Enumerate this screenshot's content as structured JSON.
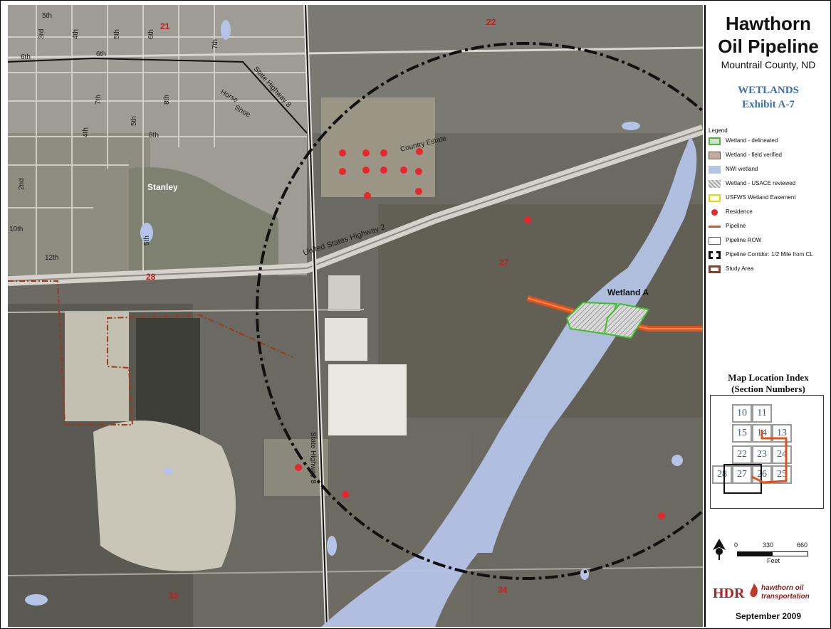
{
  "title": {
    "line1": "Hawthorn",
    "line2": "Oil Pipeline",
    "location": "Mountrail County, ND"
  },
  "exhibit": {
    "name": "WETLANDS",
    "number": "Exhibit A-7"
  },
  "legend": {
    "title": "Legend",
    "items": [
      {
        "label": "Wetland - delineated",
        "icon": "wetland-delineated-swatch"
      },
      {
        "label": "Wetland - field verified",
        "icon": "wetland-field-verified-swatch"
      },
      {
        "label": "NWI wetland",
        "icon": "nwi-wetland-swatch"
      },
      {
        "label": "Wetland - USACE reviewed",
        "icon": "wetland-usace-swatch"
      },
      {
        "label": "USFWS Wetland Easement",
        "icon": "usfws-easement-swatch"
      },
      {
        "label": "Residence",
        "icon": "residence-dot"
      },
      {
        "label": "Pipeline",
        "icon": "pipeline-line"
      },
      {
        "label": "Pipeline ROW",
        "icon": "pipeline-row-box"
      },
      {
        "label": "Pipeline Corridor: 1/2 Mile from CL",
        "icon": "pipeline-corridor-symbol"
      },
      {
        "label": "Study Area",
        "icon": "study-area-symbol"
      }
    ]
  },
  "index": {
    "title_line1": "Map Location Index",
    "title_line2": "(Section Numbers)",
    "sections": [
      "10",
      "11",
      "15",
      "14",
      "13",
      "22",
      "23",
      "24",
      "28",
      "27",
      "26",
      "25"
    ]
  },
  "scale": {
    "ticks": [
      "0",
      "330",
      "660"
    ],
    "unit": "Feet"
  },
  "logos": {
    "hdr": "HDR",
    "hawthorn_line1": "hawthorn oil",
    "hawthorn_line2": "transportation"
  },
  "date": "September 2009",
  "map_labels": {
    "sections": {
      "s21": "21",
      "s22": "22",
      "s27": "27",
      "s28": "28",
      "s33": "33",
      "s34": "34"
    },
    "town": "Stanley",
    "streets": {
      "st5th_top": "5th",
      "st3rd": "3rd",
      "st4th_top": "4th",
      "st5th_b": "5th",
      "st6th": "6th",
      "st7th_a": "7th",
      "st6th_b": "6th",
      "st7th_b": "7th",
      "st8th": "8th",
      "st4th_b": "4th",
      "st5th_c": "5th",
      "st8th_b": "8th",
      "st6th_c": "6th",
      "st2nd": "2nd",
      "st10th": "10th",
      "st12th": "12th",
      "st5th_d": "5th"
    },
    "roads": {
      "country_estate": "Country Estate",
      "us_hwy_2": "United States Highway 2",
      "state_hwy_8_top": "State Highway 8",
      "state_hwy_8_bottom": "State Highway 8",
      "horse_shoe_1": "Horse",
      "horse_shoe_2": "Shoe"
    },
    "wetland_a": "Wetland A"
  },
  "colors": {
    "corridor": "#111111",
    "pipeline": "#e0521d",
    "wetland_outline": "#3fbf2a",
    "nwi": "#b4c3e6",
    "residence": "#e8262b",
    "study_area": "#9b3a1c",
    "section_label": "#c02020",
    "index_route": "#e0521d"
  }
}
